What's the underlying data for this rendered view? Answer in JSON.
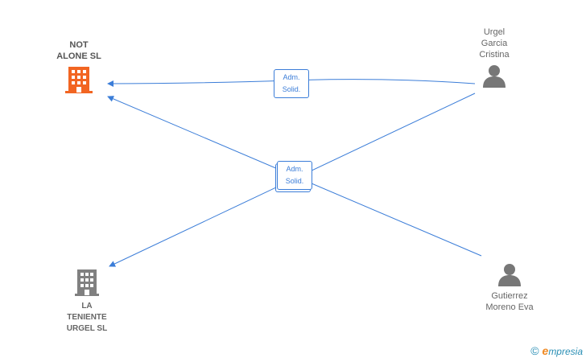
{
  "colors": {
    "edge": "#3b7dd8",
    "company_main": "#f26522",
    "company_other": "#808080",
    "person": "#777777"
  },
  "nodes": {
    "not_alone": {
      "label": "NOT\nALONE  SL",
      "icon": "building-icon"
    },
    "la_teniente": {
      "label": "LA\nTENIENTE\nURGEL SL",
      "icon": "building-icon"
    },
    "urgel": {
      "label": "Urgel\nGarcia\nCristina",
      "icon": "person-icon"
    },
    "gutierrez": {
      "label": "Gutierrez\nMoreno Eva",
      "icon": "person-icon"
    }
  },
  "edge_tags": {
    "top": {
      "line1": "Adm.",
      "line2": "Solid."
    },
    "center": {
      "line1": "Adm.",
      "line2": "Solid."
    }
  },
  "footer": {
    "copyright": "©",
    "brand": "mpresia",
    "brand_initial": "e"
  }
}
